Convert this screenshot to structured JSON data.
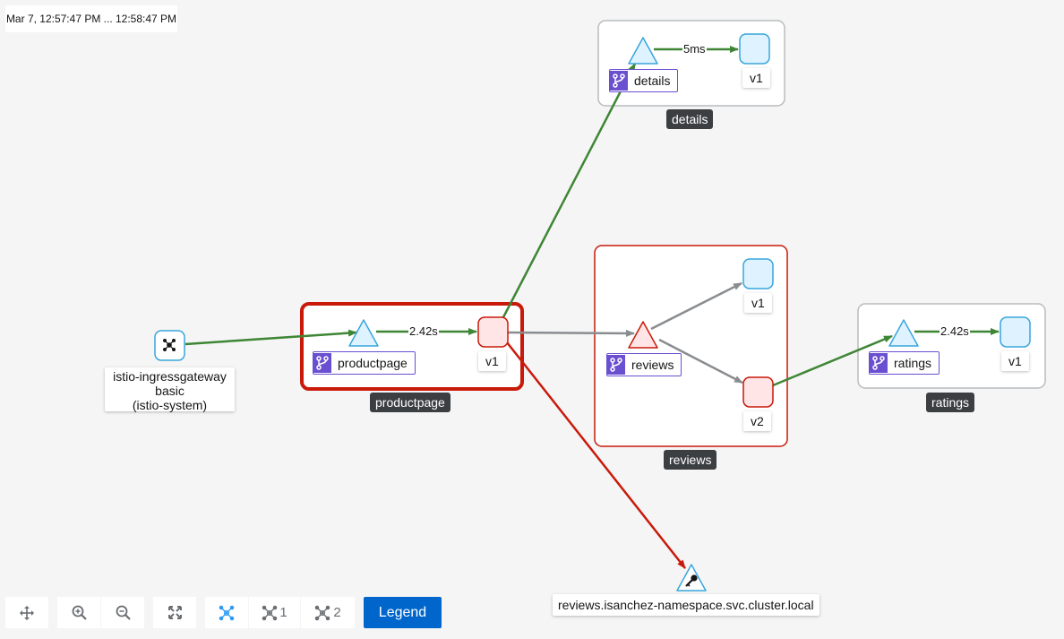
{
  "time_range": "Mar 7, 12:57:47 PM ... 12:58:47 PM",
  "boxes": {
    "details": "details",
    "productpage": "productpage",
    "reviews": "reviews",
    "ratings": "ratings"
  },
  "services": {
    "details": "details",
    "productpage": "productpage",
    "reviews": "reviews",
    "ratings": "ratings"
  },
  "versions": {
    "details_v1": "v1",
    "productpage_v1": "v1",
    "reviews_v1": "v1",
    "reviews_v2": "v2",
    "ratings_v1": "v1"
  },
  "ingress": {
    "line1": "istio-ingressgateway",
    "line2": "basic",
    "line3": "(istio-system)"
  },
  "service_entry": "reviews.isanchez-namespace.svc.cluster.local",
  "edge_labels": {
    "details": "5ms",
    "productpage": "2.42s",
    "ratings": "2.42s"
  },
  "toolbar": {
    "layout1_num": "1",
    "layout2_num": "2",
    "legend": "Legend"
  },
  "colors": {
    "healthy_edge": "#3e8635",
    "idle_edge": "#8a8d90",
    "error_edge": "#c9190b",
    "node_fill": "#def3ff",
    "node_border": "#39a5dc",
    "error_fill": "#ffe5e5",
    "error_border": "#c9190b",
    "virtual_service": "#6a4fd0",
    "legend_button": "#0066cc"
  }
}
